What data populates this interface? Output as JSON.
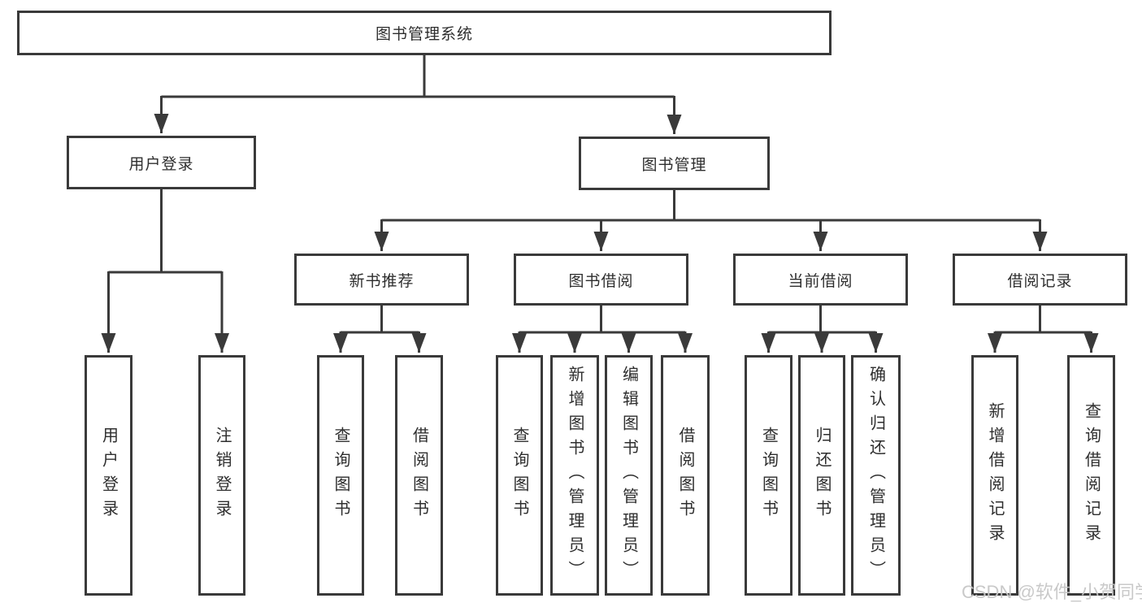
{
  "diagram_title": "图书管理系统",
  "tree": {
    "label": "图书管理系统",
    "children": [
      {
        "label": "用户登录",
        "children": [
          {
            "label": "用户登录"
          },
          {
            "label": "注销登录"
          }
        ]
      },
      {
        "label": "图书管理",
        "children": [
          {
            "label": "新书推荐",
            "children": [
              {
                "label": "查询图书"
              },
              {
                "label": "借阅图书"
              }
            ]
          },
          {
            "label": "图书借阅",
            "children": [
              {
                "label": "查询图书"
              },
              {
                "label": "新增图书（管理员）"
              },
              {
                "label": "编辑图书（管理员）"
              },
              {
                "label": "借阅图书"
              }
            ]
          },
          {
            "label": "当前借阅",
            "children": [
              {
                "label": "查询图书"
              },
              {
                "label": "归还图书"
              },
              {
                "label": "确认归还（管理员）"
              }
            ]
          },
          {
            "label": "借阅记录",
            "children": [
              {
                "label": "新增借阅记录"
              },
              {
                "label": "查询借阅记录"
              }
            ]
          }
        ]
      }
    ]
  },
  "watermark": {
    "text": "CSDN @软件_小贺同学"
  },
  "colors": {
    "line": "#3a3a3a",
    "text": "#2e2e2e",
    "background": "#ffffff",
    "watermark": "#c6c6c6"
  }
}
